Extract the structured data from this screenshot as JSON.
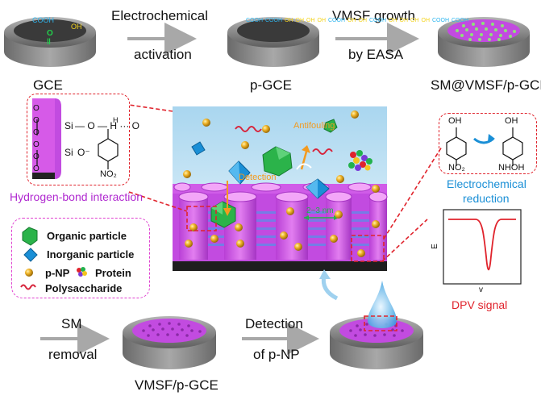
{
  "top_row": {
    "electrode1_label": "GCE",
    "arrow1_label_line1": "Electrochemical",
    "arrow1_label_line2": "activation",
    "electrode2_label": "p-GCE",
    "arrow2_label_line1": "VMSF growth",
    "arrow2_label_line2": "by EASA",
    "electrode3_label": "SM@VMSF/p-GCE"
  },
  "electrode1_groups": {
    "cooh": "COOH",
    "oh": "OH"
  },
  "electrode2_groups": [
    "COOH",
    "COOH",
    "OH",
    "OH",
    "OH",
    "OH",
    "COOH",
    "OH",
    "OH",
    "COOH",
    "OH",
    "OH",
    "OH",
    "OH",
    "COOH",
    "COOH"
  ],
  "hbond_box": {
    "si_top": "Si",
    "si_bottom": "Si",
    "o_h_h": "— O — H ··· O",
    "h_super": "H",
    "o_minus": "O⁻",
    "no2": "NO₂",
    "o_labels": [
      "O",
      "O",
      "O",
      "O",
      "O",
      "O"
    ],
    "caption": "Hydrogen-bond interaction"
  },
  "reduction_box": {
    "oh_left": "OH",
    "oh_right": "OH",
    "no2": "NO₂",
    "nhoh": "NHOH",
    "caption_line1": "Electrochemical",
    "caption_line2": "reduction"
  },
  "center_labels": {
    "antifouling": "Antifouling",
    "detection": "Detection",
    "pore_size": "2~3 nm"
  },
  "legend": {
    "organic": "Organic particle",
    "inorganic": "Inorganic particle",
    "pnp": "p-NP",
    "protein": "Protein",
    "polysaccharide": "Polysaccharide"
  },
  "dpv": {
    "ylabel": "E",
    "xlabel": "v",
    "caption": "DPV signal"
  },
  "bottom_row": {
    "arrow1_label_line1": "SM",
    "arrow1_label_line2": "removal",
    "electrode_label": "VMSF/p-GCE",
    "arrow2_label_line1": "Detection",
    "arrow2_label_line2": "of p-NP"
  },
  "colors": {
    "electrode_dark": "#3a3a3a",
    "electrode_rim": "#8a8a8a",
    "film_purple": "#c24be0",
    "pore_magenta": "#e27ef0",
    "red_accent": "#e0232c",
    "blue_accent": "#1a8fd6",
    "orange_accent": "#f39a1e",
    "green_accent": "#22b24c",
    "pnp_gold": "#e8a81c"
  }
}
